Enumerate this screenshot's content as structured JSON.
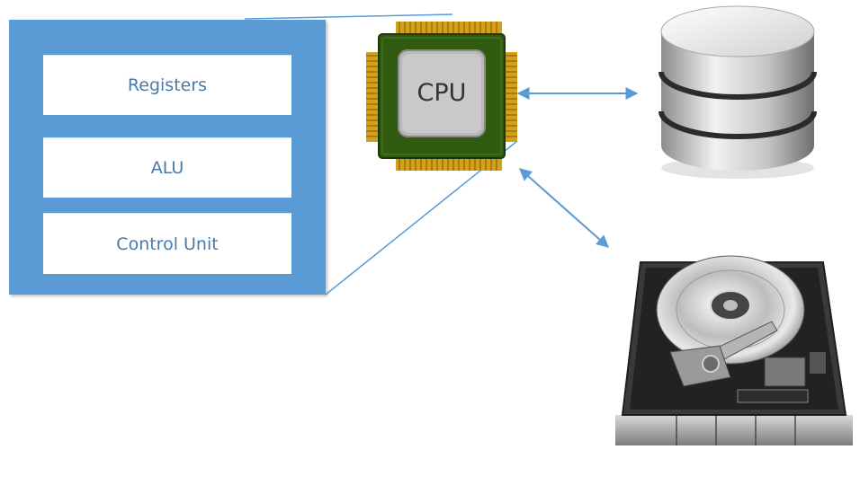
{
  "cpu_panel": {
    "components": [
      "Registers",
      "ALU",
      "Control Unit"
    ]
  },
  "cpu_chip": {
    "label": "CPU",
    "icon": "cpu-chip-icon"
  },
  "peripherals": {
    "memory_icon": "database-icon",
    "storage_icon": "hard-drive-icon"
  },
  "colors": {
    "panel": "#5b9bd5",
    "label_text": "#4a7aa8",
    "connector": "#5b9bd5",
    "chip_board": "#2f5a10",
    "chip_pins": "#d4a017"
  }
}
